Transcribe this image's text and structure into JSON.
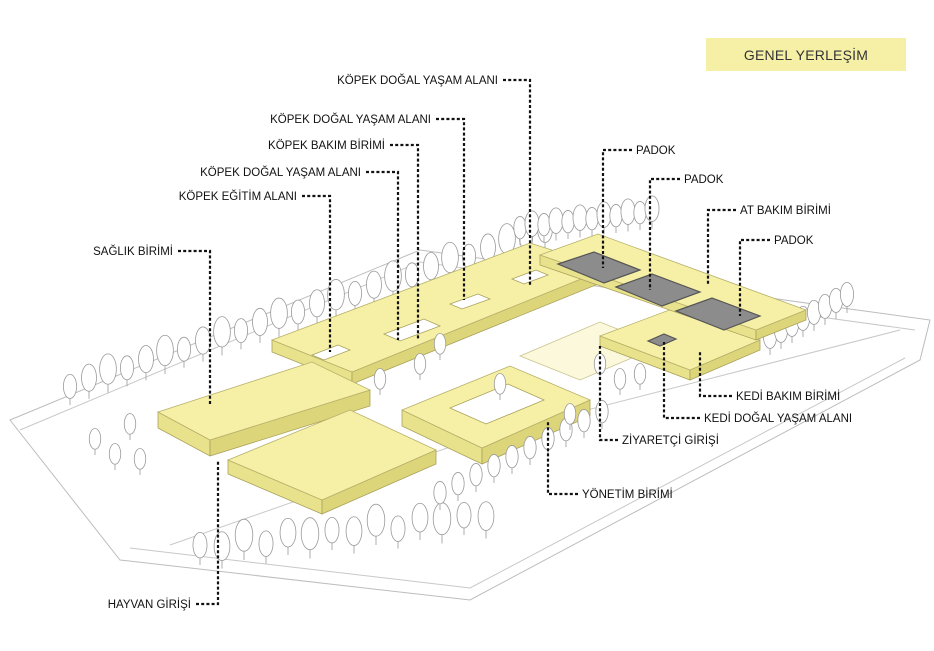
{
  "title": "GENEL YERLEŞİM",
  "labels": {
    "kopek_dogal_1": "KÖPEK DOĞAL YAŞAM ALANI",
    "kopek_dogal_2": "KÖPEK DOĞAL YAŞAM ALANI",
    "kopek_bakim": "KÖPEK BAKIM BİRİMİ",
    "kopek_dogal_3": "KÖPEK DOĞAL YAŞAM ALANI",
    "kopek_egitim": "KÖPEK EĞİTİM ALANI",
    "saglik": "SAĞLIK BİRİMİ",
    "padok_1": "PADOK",
    "padok_2": "PADOK",
    "at_bakim": "AT BAKIM BİRİMİ",
    "padok_3": "PADOK",
    "kedi_bakim": "KEDİ BAKIM BİRİMİ",
    "kedi_dogal": "KEDİ DOĞAL YAŞAM ALANI",
    "ziyaretci": "ZİYARETÇİ GİRİŞİ",
    "yonetim": "YÖNETİM BİRİMİ",
    "hayvan_giris": "HAYVAN GİRİŞİ"
  },
  "colors": {
    "building": "#f6f0a6",
    "paddock": "#8c8c8c",
    "leader": "#111111"
  }
}
